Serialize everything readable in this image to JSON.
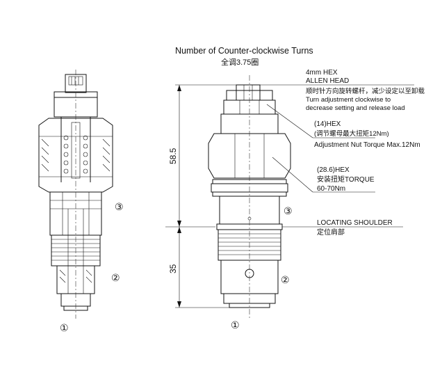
{
  "header": {
    "title_en": "Number of Counter-clockwise Turns",
    "title_cn": "全调3.75圈"
  },
  "callouts": {
    "allen_hex": {
      "line1": "4mm HEX",
      "line2": "ALLEN HEAD",
      "line3": "顺时针方向旋转螺杆，减少设定以至卸载",
      "line4": "Turn adjustment clockwise to",
      "line5": "decrease setting and release load"
    },
    "adjust_hex": {
      "line1": "(14)HEX",
      "line2": "(调节螺母最大扭矩12Nm)",
      "line3": "Adjustment Nut Torque Max.12Nm"
    },
    "body_hex": {
      "line1": "(28.6)HEX",
      "line2": "安装扭矩TORQUE",
      "line3": "60-70Nm"
    },
    "shoulder": {
      "line1": "LOCATING SHOULDER",
      "line2": "定位肩部"
    }
  },
  "dimensions": {
    "upper": "58.5",
    "lower": "35"
  },
  "ports": {
    "port1": "①",
    "port2": "②",
    "port3": "③"
  }
}
